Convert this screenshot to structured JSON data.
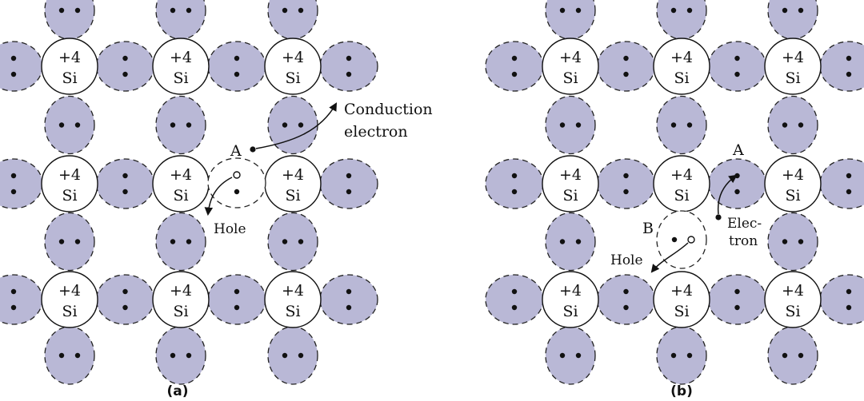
{
  "atom": {
    "charge": "+4",
    "symbol": "Si"
  },
  "panels": [
    {
      "caption": "(a)",
      "labels": {
        "a": "A",
        "conduction_line1": "Conduction",
        "conduction_line2": "electron",
        "hole": "Hole"
      }
    },
    {
      "caption": "(b)",
      "labels": {
        "a": "A",
        "b": "B",
        "electron_line1": "Elec-",
        "electron_line2": "tron",
        "hole": "Hole"
      }
    }
  ],
  "colors": {
    "bond_fill": "#b9b8d6",
    "outline": "#222222",
    "background": "#ffffff"
  }
}
